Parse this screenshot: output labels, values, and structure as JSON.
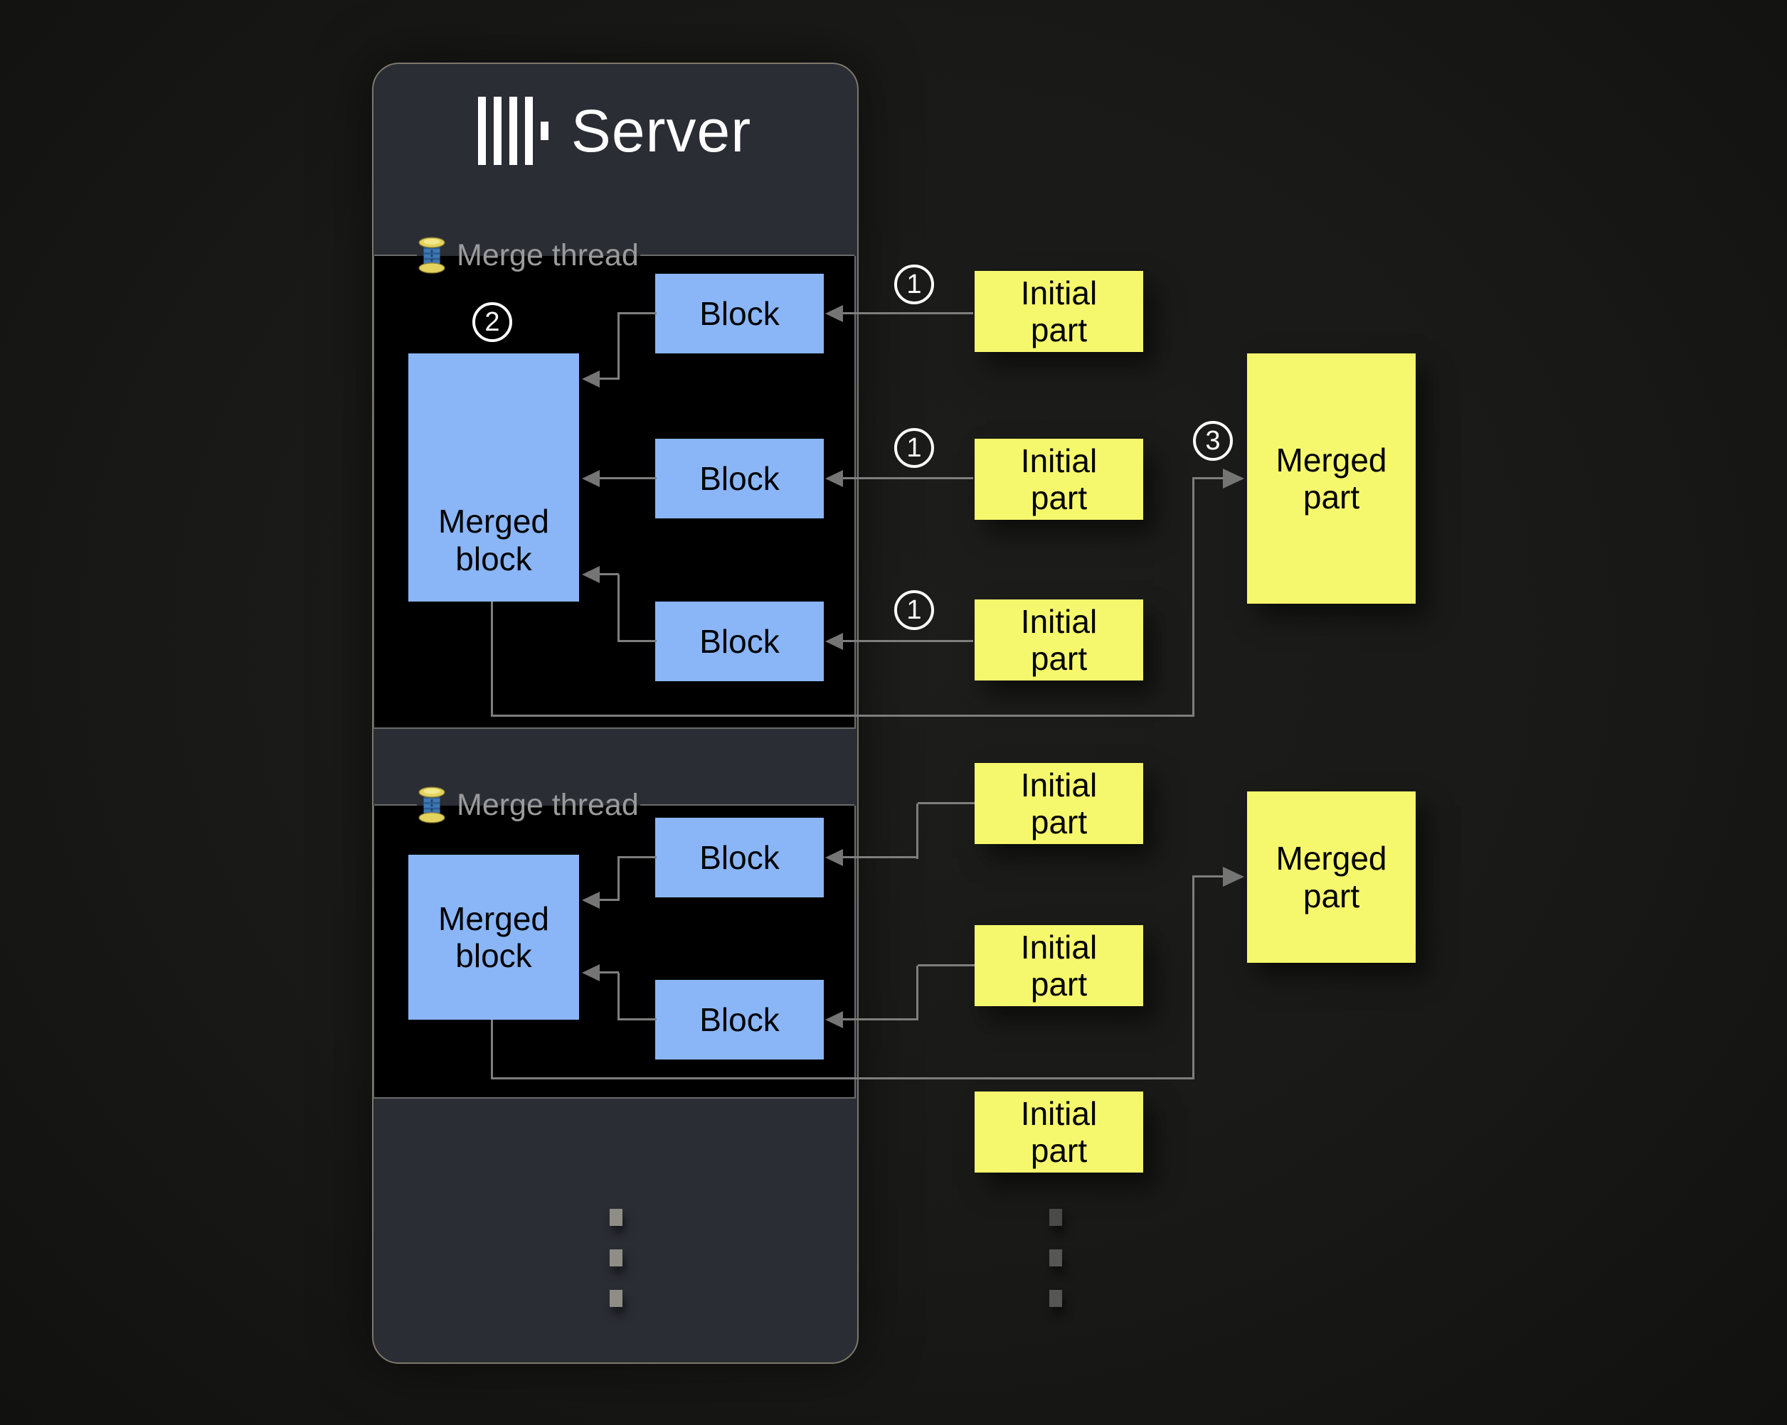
{
  "server": {
    "title": "Server"
  },
  "threads": [
    {
      "label": "Merge thread",
      "merged_block_label": "Merged block",
      "block_labels": [
        "Block",
        "Block",
        "Block"
      ]
    },
    {
      "label": "Merge thread",
      "merged_block_label": "Merged block",
      "block_labels": [
        "Block",
        "Block"
      ]
    }
  ],
  "initial_parts": [
    "Initial part",
    "Initial part",
    "Initial part",
    "Initial part",
    "Initial part",
    "Initial part"
  ],
  "merged_parts": [
    "Merged part",
    "Merged part"
  ],
  "step_markers": {
    "insert": "1",
    "merge": "2",
    "publish": "3"
  },
  "colors": {
    "canvas_bg": "#1b1b19",
    "server_bg": "#2b2d34",
    "server_border": "#7c786a",
    "section_bg": "#000000",
    "section_border": "#6b6b6b",
    "block_blue": "#8ab6f8",
    "part_yellow": "#f5f86c",
    "arrow_gray": "#7e7e7e",
    "label_gray": "#9b9b9b",
    "marker_white": "#ffffff"
  }
}
